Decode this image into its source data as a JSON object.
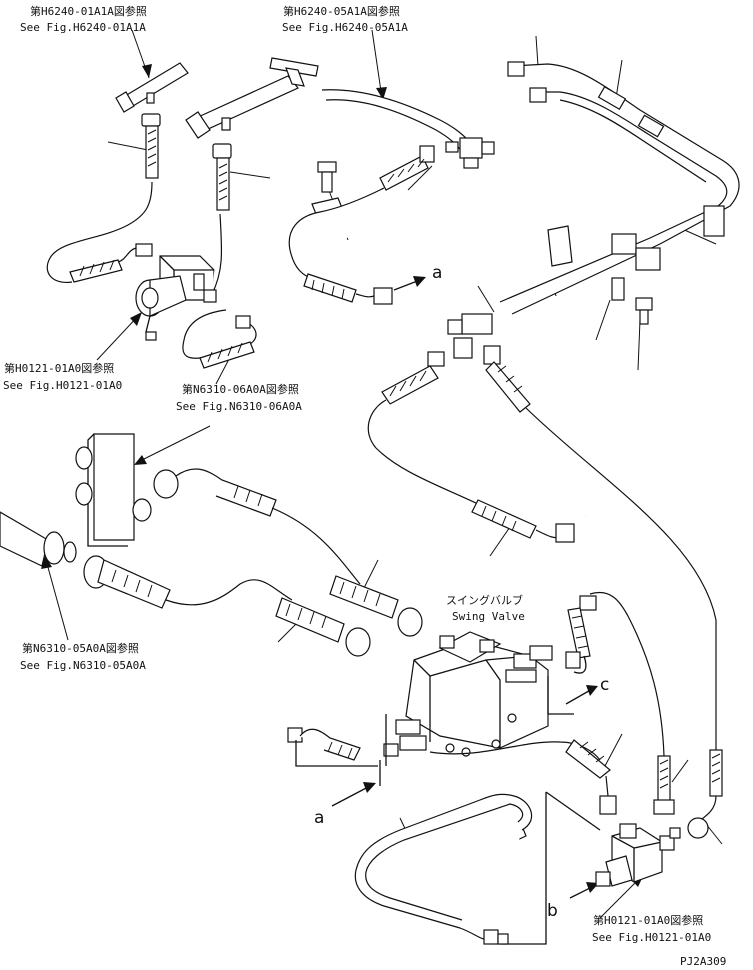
{
  "references": {
    "h6240_01a1a": {
      "jp": "第H6240-01A1A図参照",
      "en": "See Fig.H6240-01A1A"
    },
    "h6240_05a1a": {
      "jp": "第H6240-05A1A図参照",
      "en": "See Fig.H6240-05A1A"
    },
    "h0121_01a0_top": {
      "jp": "第H0121-01A0図参照",
      "en": "See Fig.H0121-01A0"
    },
    "n6310_06a0a": {
      "jp": "第N6310-06A0A図参照",
      "en": "See Fig.N6310-06A0A"
    },
    "n6310_05a0a": {
      "jp": "第N6310-05A0A図参照",
      "en": "See Fig.N6310-05A0A"
    },
    "h0121_01a0_bottom": {
      "jp": "第H0121-01A0図参照",
      "en": "See Fig.H0121-01A0"
    }
  },
  "swing_valve": {
    "jp": "スイングバルブ",
    "en": "Swing Valve"
  },
  "connection_letters": {
    "a": "a",
    "b": "b",
    "c": "c"
  },
  "figure_code": "PJ2A309"
}
